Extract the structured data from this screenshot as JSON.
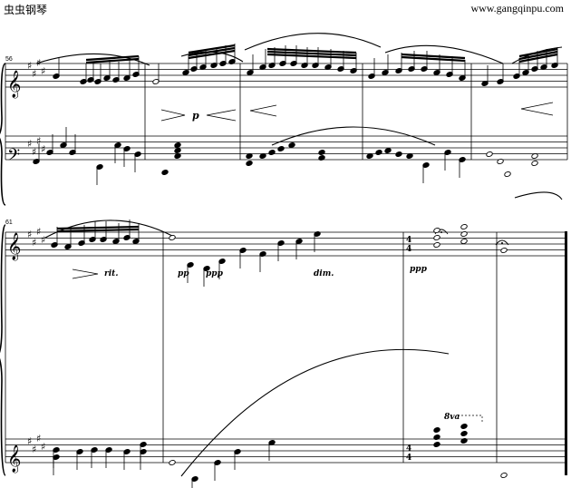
{
  "header": {
    "site_name": "虫虫钢琴",
    "site_url": "www.gangqinpu.com"
  },
  "system1": {
    "measure_number": "56",
    "dynamics": {
      "p": "p"
    }
  },
  "system2": {
    "measure_number": "61",
    "markings": {
      "rit": "rit.",
      "pp": "pp",
      "ppp": "ppp",
      "dim": "dim.",
      "ppp2": "ppp",
      "ottava": "8va"
    },
    "time_signature": {
      "top": "4",
      "bottom": "4"
    }
  },
  "colors": {
    "ink": "#000000",
    "paper": "#ffffff"
  }
}
